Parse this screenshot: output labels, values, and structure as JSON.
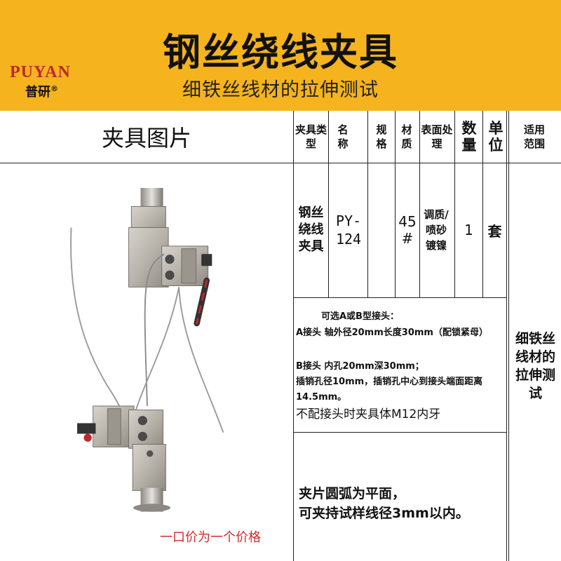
{
  "header": {
    "title": "钢丝绕线夹具",
    "subtitle": "细铁丝线材的拉伸测试"
  },
  "photo_panel": {
    "title": "夹具图片",
    "logo_en": "PUYAN",
    "logo_cn": "普研",
    "logo_mark": "®",
    "caption": "一口价为一个价格"
  },
  "table": {
    "headers": [
      "夹具类型",
      "名称",
      "规格",
      "材质",
      "表面处理",
      "数量",
      "单位",
      "适用范围"
    ],
    "row": {
      "type": "钢丝绕线夹具",
      "name": "PY-124",
      "spec": "",
      "material": "45#",
      "surface": "调质/喷砂镀镍",
      "qty": "1",
      "unit": "套"
    },
    "notes": {
      "heading": "可选A或B型接头：",
      "line1": "A接头 轴外径20mm长度30mm（配锁紧母）",
      "line2": "B接头 内孔20mm深30mm；",
      "line3": "插销孔径10mm，插销孔中心到接头端面距离14.5mm。",
      "line4": "不配接头时夹具体M12内牙"
    },
    "jaw_note": {
      "line1": "夹片圆弧为平面，",
      "line2": "可夹持试样线径3mm以内。"
    },
    "application": "细铁丝线材的拉伸测试"
  }
}
